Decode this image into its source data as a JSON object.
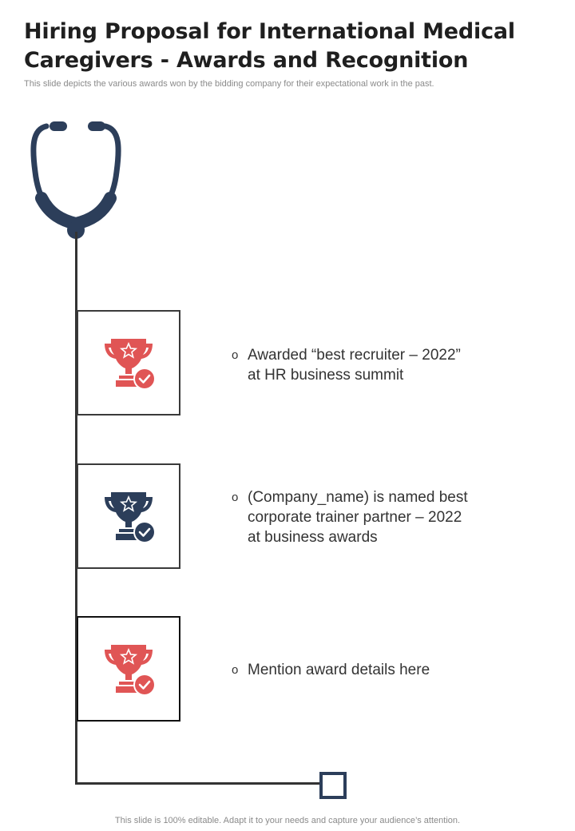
{
  "slide": {
    "title": "Hiring Proposal for International Medical Caregivers - Awards and Recognition",
    "subtitle": "This slide depicts the various awards won by the bidding company for their expectational work in the past.",
    "footer": "This slide is 100% editable. Adapt it to your needs and capture your audience’s attention."
  },
  "colors": {
    "accent_red": "#e05555",
    "accent_navy": "#2c3e5a",
    "line": "#333333"
  },
  "awards": [
    {
      "bullet": "o",
      "text": "Awarded “best recruiter – 2022”\nat HR business summit",
      "icon": "trophy-check-icon",
      "color": "#e05555"
    },
    {
      "bullet": "o",
      "text": "(Company_name)  is named best\ncorporate trainer partner – 2022\nat business awards",
      "icon": "trophy-check-icon",
      "color": "#2c3e5a"
    },
    {
      "bullet": "o",
      "text": "Mention award details here",
      "icon": "trophy-check-icon",
      "color": "#e05555"
    }
  ]
}
